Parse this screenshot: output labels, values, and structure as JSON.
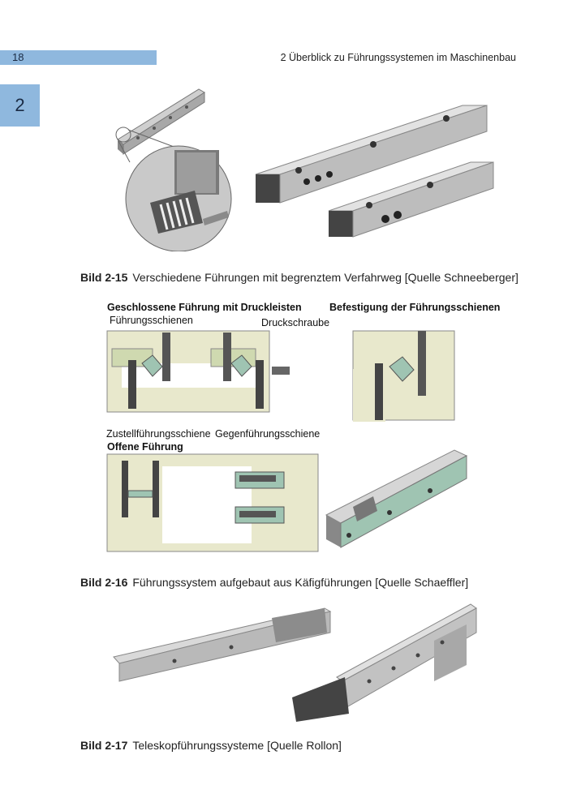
{
  "header": {
    "page_number": "18",
    "running_head": "2 Überblick zu Führungssystemen im Maschinenbau"
  },
  "chapter_tab": "2",
  "figures": [
    {
      "id": "Bild 2-15",
      "caption": "Verschiedene Führungen mit begrenztem Verfahrweg [Quelle Schneeberger]"
    },
    {
      "id": "Bild 2-16",
      "caption": "Führungssystem aufgebaut aus Käfigführungen [Quelle Schaeffler]",
      "labels": {
        "closed_title": "Geschlossene Führung mit Druckleisten",
        "rails": "Führungsschienen",
        "pressure_screw": "Druckschraube",
        "mounting_title": "Befestigung der Führungsschienen",
        "feed_rail": "Zustellführungsschiene",
        "counter_rail": "Gegenführungsschiene",
        "open_title": "Offene Führung"
      }
    },
    {
      "id": "Bild 2-17",
      "caption": "Teleskopführungssysteme [Quelle Rollon]"
    }
  ],
  "colors": {
    "accent": "#8fb8de",
    "green_rail": "#9fc4b2",
    "cream": "#e8e8cc",
    "steel": "#9a9a9a"
  }
}
